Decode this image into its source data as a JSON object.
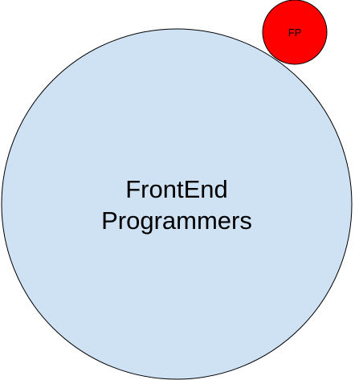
{
  "diagram": {
    "large_circle": {
      "label_line1": "FrontEnd",
      "label_line2": "Programmers",
      "fill": "#cfe2f3",
      "stroke": "#000000"
    },
    "small_circle": {
      "label": "FP",
      "fill": "#ff0000",
      "stroke": "#000000"
    }
  }
}
